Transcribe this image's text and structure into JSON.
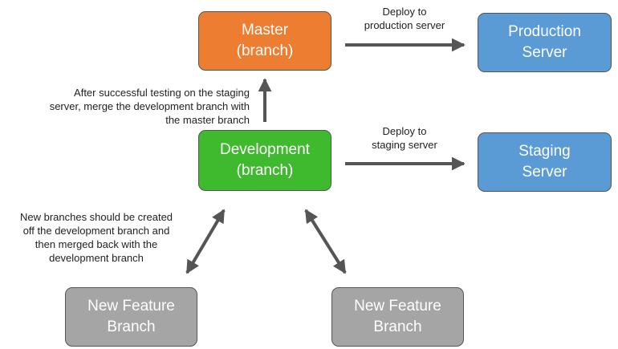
{
  "colors": {
    "master": "#ED7D31",
    "development": "#3FBA2F",
    "server": "#5B9BD5",
    "feature": "#A5A5A5",
    "arrow": "#555555",
    "border": "#555555"
  },
  "nodes": {
    "master": {
      "line1": "Master",
      "line2": "(branch)"
    },
    "development": {
      "line1": "Development",
      "line2": "(branch)"
    },
    "production": {
      "line1": "Production",
      "line2": "Server"
    },
    "staging": {
      "line1": "Staging",
      "line2": "Server"
    },
    "feature_left": {
      "line1": "New Feature",
      "line2": "Branch"
    },
    "feature_right": {
      "line1": "New Feature",
      "line2": "Branch"
    }
  },
  "labels": {
    "deploy_production": {
      "line1": "Deploy to",
      "line2": "production server"
    },
    "deploy_staging": {
      "line1": "Deploy to",
      "line2": "staging server"
    },
    "merge_note": {
      "line1": "After successful testing on the staging",
      "line2": "server, merge the development branch with",
      "line3": "the master branch"
    },
    "feature_note": {
      "line1": "New branches should be created",
      "line2": "off the development branch and",
      "line3": "then merged back with the",
      "line4": "development branch"
    }
  }
}
